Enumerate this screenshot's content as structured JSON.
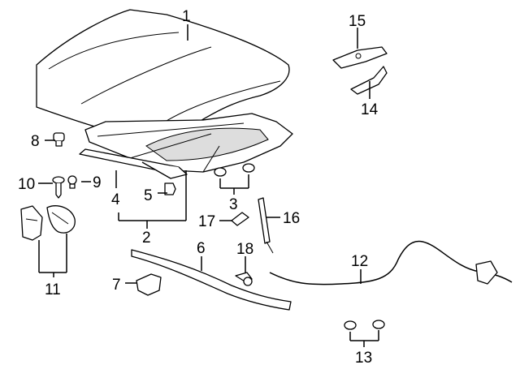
{
  "diagram": {
    "callouts": [
      {
        "id": "c1",
        "text": "1"
      },
      {
        "id": "c2",
        "text": "2"
      },
      {
        "id": "c3",
        "text": "3"
      },
      {
        "id": "c4",
        "text": "4"
      },
      {
        "id": "c5",
        "text": "5"
      },
      {
        "id": "c6",
        "text": "6"
      },
      {
        "id": "c7",
        "text": "7"
      },
      {
        "id": "c8",
        "text": "8"
      },
      {
        "id": "c9",
        "text": "9"
      },
      {
        "id": "c10",
        "text": "10"
      },
      {
        "id": "c11",
        "text": "11"
      },
      {
        "id": "c12",
        "text": "12"
      },
      {
        "id": "c13",
        "text": "13"
      },
      {
        "id": "c14",
        "text": "14"
      },
      {
        "id": "c15",
        "text": "15"
      },
      {
        "id": "c16",
        "text": "16"
      },
      {
        "id": "c17",
        "text": "17"
      },
      {
        "id": "c18",
        "text": "18"
      }
    ],
    "parts": [
      "hood-panel",
      "hood-insulator",
      "seal-strip",
      "bumper-8",
      "clip-9",
      "screw-10",
      "hinge-11",
      "cable-12",
      "grommet-13",
      "latch-14",
      "latch-15",
      "strut-16",
      "cap-17",
      "bolt-18",
      "seal-6",
      "bracket-7",
      "clips-3",
      "fastener-5"
    ]
  }
}
